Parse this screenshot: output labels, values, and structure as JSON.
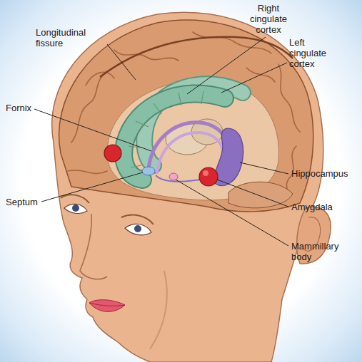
{
  "diagram": {
    "labels": [
      "Right cingulate cortex",
      "Longitudinal fissure",
      "Left cingulate cortex",
      "Fornix",
      "Septum",
      "Hippocampus",
      "Amygdala",
      "Mammillary body"
    ]
  }
}
